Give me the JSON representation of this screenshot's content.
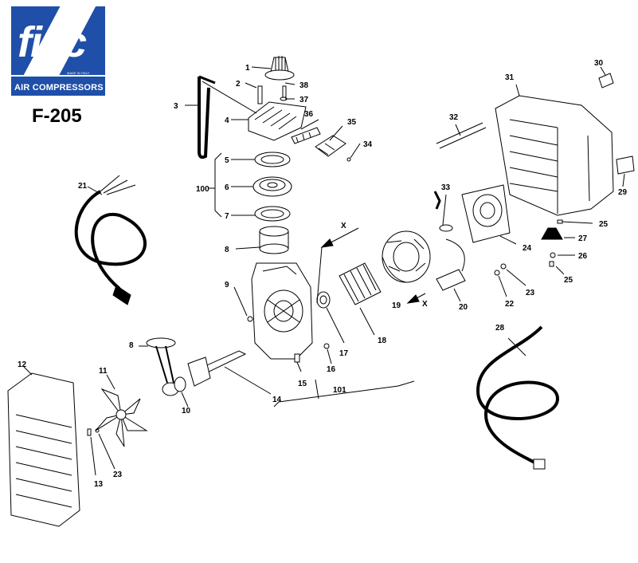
{
  "brand": {
    "logo_word": "fiac",
    "logo_subtitle": "AIR COMPRESSORS",
    "logo_tiny": "MADE IN ITALY",
    "color": "#1f4fa8"
  },
  "model": "F-205",
  "arrow_labels": {
    "upper": "X",
    "lower": "X"
  },
  "callouts": {
    "c1": "1",
    "c2": "2",
    "c3": "3",
    "c4": "4",
    "c5": "5",
    "c6": "6",
    "c7": "7",
    "c8a": "8",
    "c8b": "8",
    "c9": "9",
    "c10": "10",
    "c11": "11",
    "c12": "12",
    "c13": "13",
    "c14": "14",
    "c15": "15",
    "c16": "16",
    "c17": "17",
    "c18": "18",
    "c19": "19",
    "c20": "20",
    "c21": "21",
    "c22": "22",
    "c23a": "23",
    "c23b": "23",
    "c24": "24",
    "c25a": "25",
    "c25b": "25",
    "c26": "26",
    "c27": "27",
    "c28": "28",
    "c29": "29",
    "c30": "30",
    "c31": "31",
    "c32": "32",
    "c33": "33",
    "c34": "34",
    "c35": "35",
    "c36": "36",
    "c37": "37",
    "c38": "38",
    "c100": "100",
    "c101": "101"
  }
}
